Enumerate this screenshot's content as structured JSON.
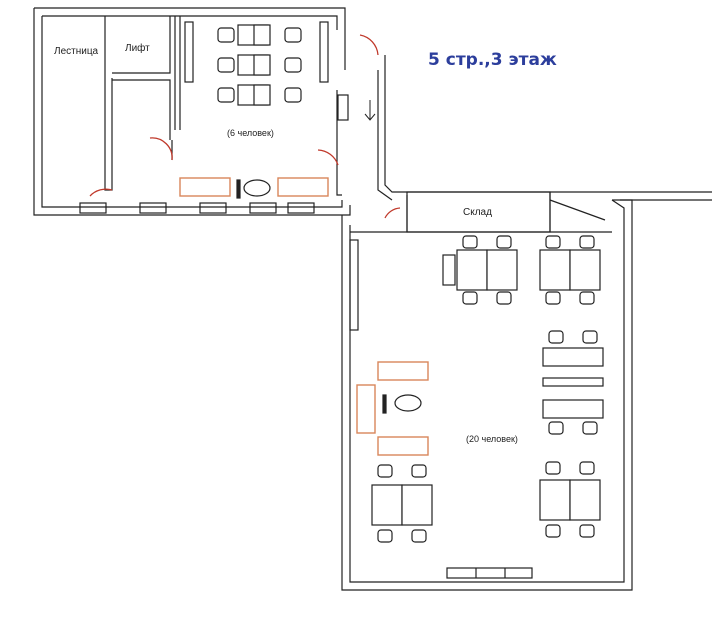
{
  "title": "5 стр.,3 этаж",
  "rooms": {
    "stairs": "Лестница",
    "elevator": "Лифт",
    "small_office": "(6 человек)",
    "storage": "Склад",
    "large_office": "(20 человек)"
  },
  "colors": {
    "walls": "#222222",
    "doors": "#c0392b",
    "sofas": "#d9865a",
    "title": "#2c3e9c"
  }
}
